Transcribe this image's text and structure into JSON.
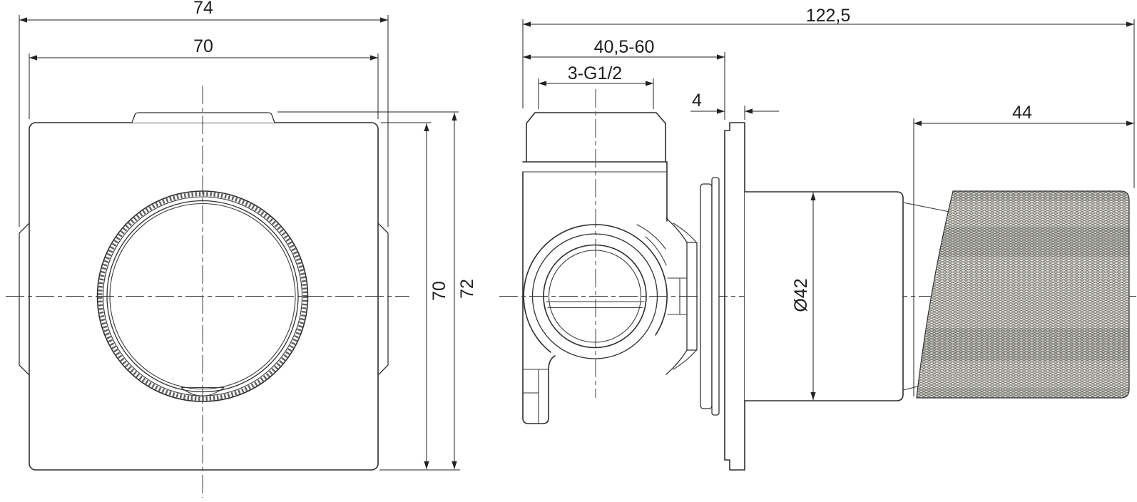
{
  "colors": {
    "line": "#2e2e2e",
    "dimension": "#222222",
    "background": "#ffffff",
    "knurl_fill": "#cfcec9"
  },
  "front_view": {
    "dims": {
      "outer_width": "74",
      "plate_width": "70",
      "plate_height": "70",
      "outer_height": "72"
    }
  },
  "side_view": {
    "dims": {
      "total_depth": "122,5",
      "mounting_depth_range": "40,5-60",
      "thread_ports": "3-G1/2",
      "wall_plate_thickness": "4",
      "handle_length": "44",
      "body_diameter": "Ø42"
    }
  }
}
